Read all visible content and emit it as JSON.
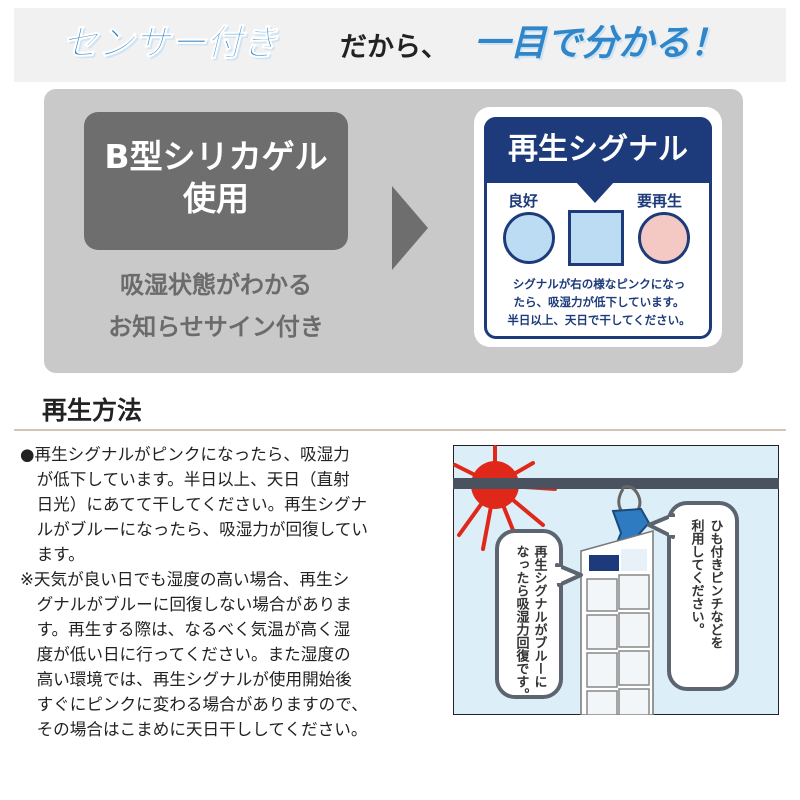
{
  "header": {
    "part1": "センサー付き",
    "part2": "だから、",
    "part3": "一目で分かる！",
    "accent_color": "#2f86c9"
  },
  "feature": {
    "gel_type_line1": "B型シリカゲル",
    "gel_type_line2": "使用",
    "subtitle_line1": "吸湿状態がわかる",
    "subtitle_line2": "お知らせサイン付き"
  },
  "signal_card": {
    "title": "再生シグナル",
    "label_good": "良好",
    "label_regen": "要再生",
    "note_lines": [
      "シグナルが右の様なピンクになっ",
      "たら、吸湿力が低下しています。",
      "半日以上、天日で干してください。"
    ],
    "colors": {
      "navy": "#1d3b7a",
      "blue": "#bcdcf4",
      "pink": "#f4c9c4"
    }
  },
  "section": {
    "title": "再生方法"
  },
  "body_lines": [
    "●再生シグナルがピンクになったら、吸湿力",
    "　が低下しています。半日以上、天日（直射",
    "　日光）にあてて干してください。再生シグナ",
    "　ルがブルーになったら、吸湿力が回復してい",
    "　ます。",
    "※天気が良い日でも湿度の高い場合、再生シ",
    "　グナルがブルーに回復しない場合がありま",
    "　す。再生する際は、なるべく気温が高く湿",
    "　度が低い日に行ってください。また湿度の",
    "　高い環境では、再生シグナルが使用開始後",
    "　すぐにピンクに変わる場合がありますので、",
    "　その場合はこまめに天日干ししてください。"
  ],
  "illustration": {
    "bubble_left_col1": "再生シグナルがブルーに",
    "bubble_left_col2": "なったら吸湿力回復です。",
    "bubble_right_col1": "ひも付きピンチなどを",
    "bubble_right_col2": "利用してください。"
  }
}
